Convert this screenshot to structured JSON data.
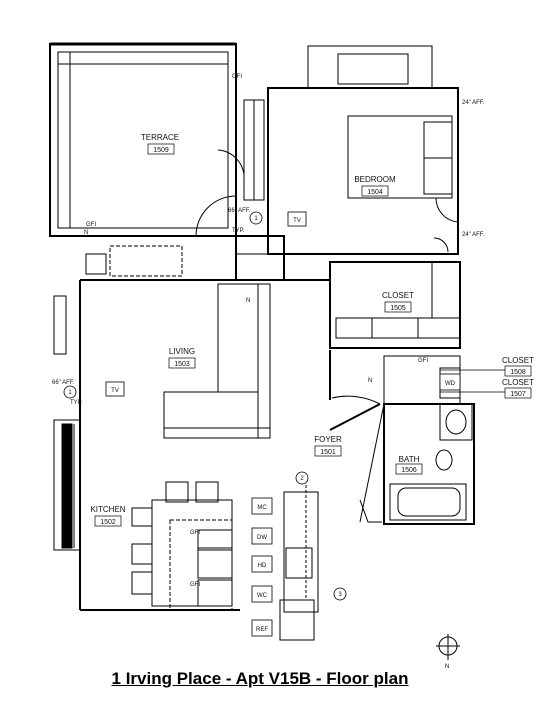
{
  "title": "1 Irving Place - Apt V15B - Floor plan",
  "rooms": {
    "terrace": {
      "name": "TERRACE",
      "num": "1509"
    },
    "bedroom": {
      "name": "BEDROOM",
      "num": "1504"
    },
    "closet_main": {
      "name": "CLOSET",
      "num": "1505"
    },
    "living": {
      "name": "LIVING",
      "num": "1503"
    },
    "foyer": {
      "name": "FOYER",
      "num": "1501"
    },
    "bath": {
      "name": "BATH",
      "num": "1506"
    },
    "kitchen": {
      "name": "KITCHEN",
      "num": "1502"
    },
    "closet_a": {
      "name": "CLOSET",
      "num": "1508"
    },
    "closet_b": {
      "name": "CLOSET",
      "num": "1507"
    }
  },
  "notes": {
    "gfi": "GFI",
    "aff24_top": "24\" AFF.",
    "aff24_mid": "24\" AFF.",
    "aff66_bed": "66\" AFF.",
    "aff66_living": "66\" AFF.",
    "typ_bed": "TYP.",
    "typ_living": "TYP.",
    "n": "N"
  },
  "tags": {
    "tv_bed": "TV",
    "tv_living": "TV",
    "wd": "WD",
    "mc": "MC",
    "dw": "DW",
    "hd": "HD",
    "wc": "WC",
    "ref": "REF",
    "callout_1a": "1",
    "callout_1b": "1",
    "callout_2": "2",
    "callout_3": "3",
    "compass_n": "N"
  }
}
